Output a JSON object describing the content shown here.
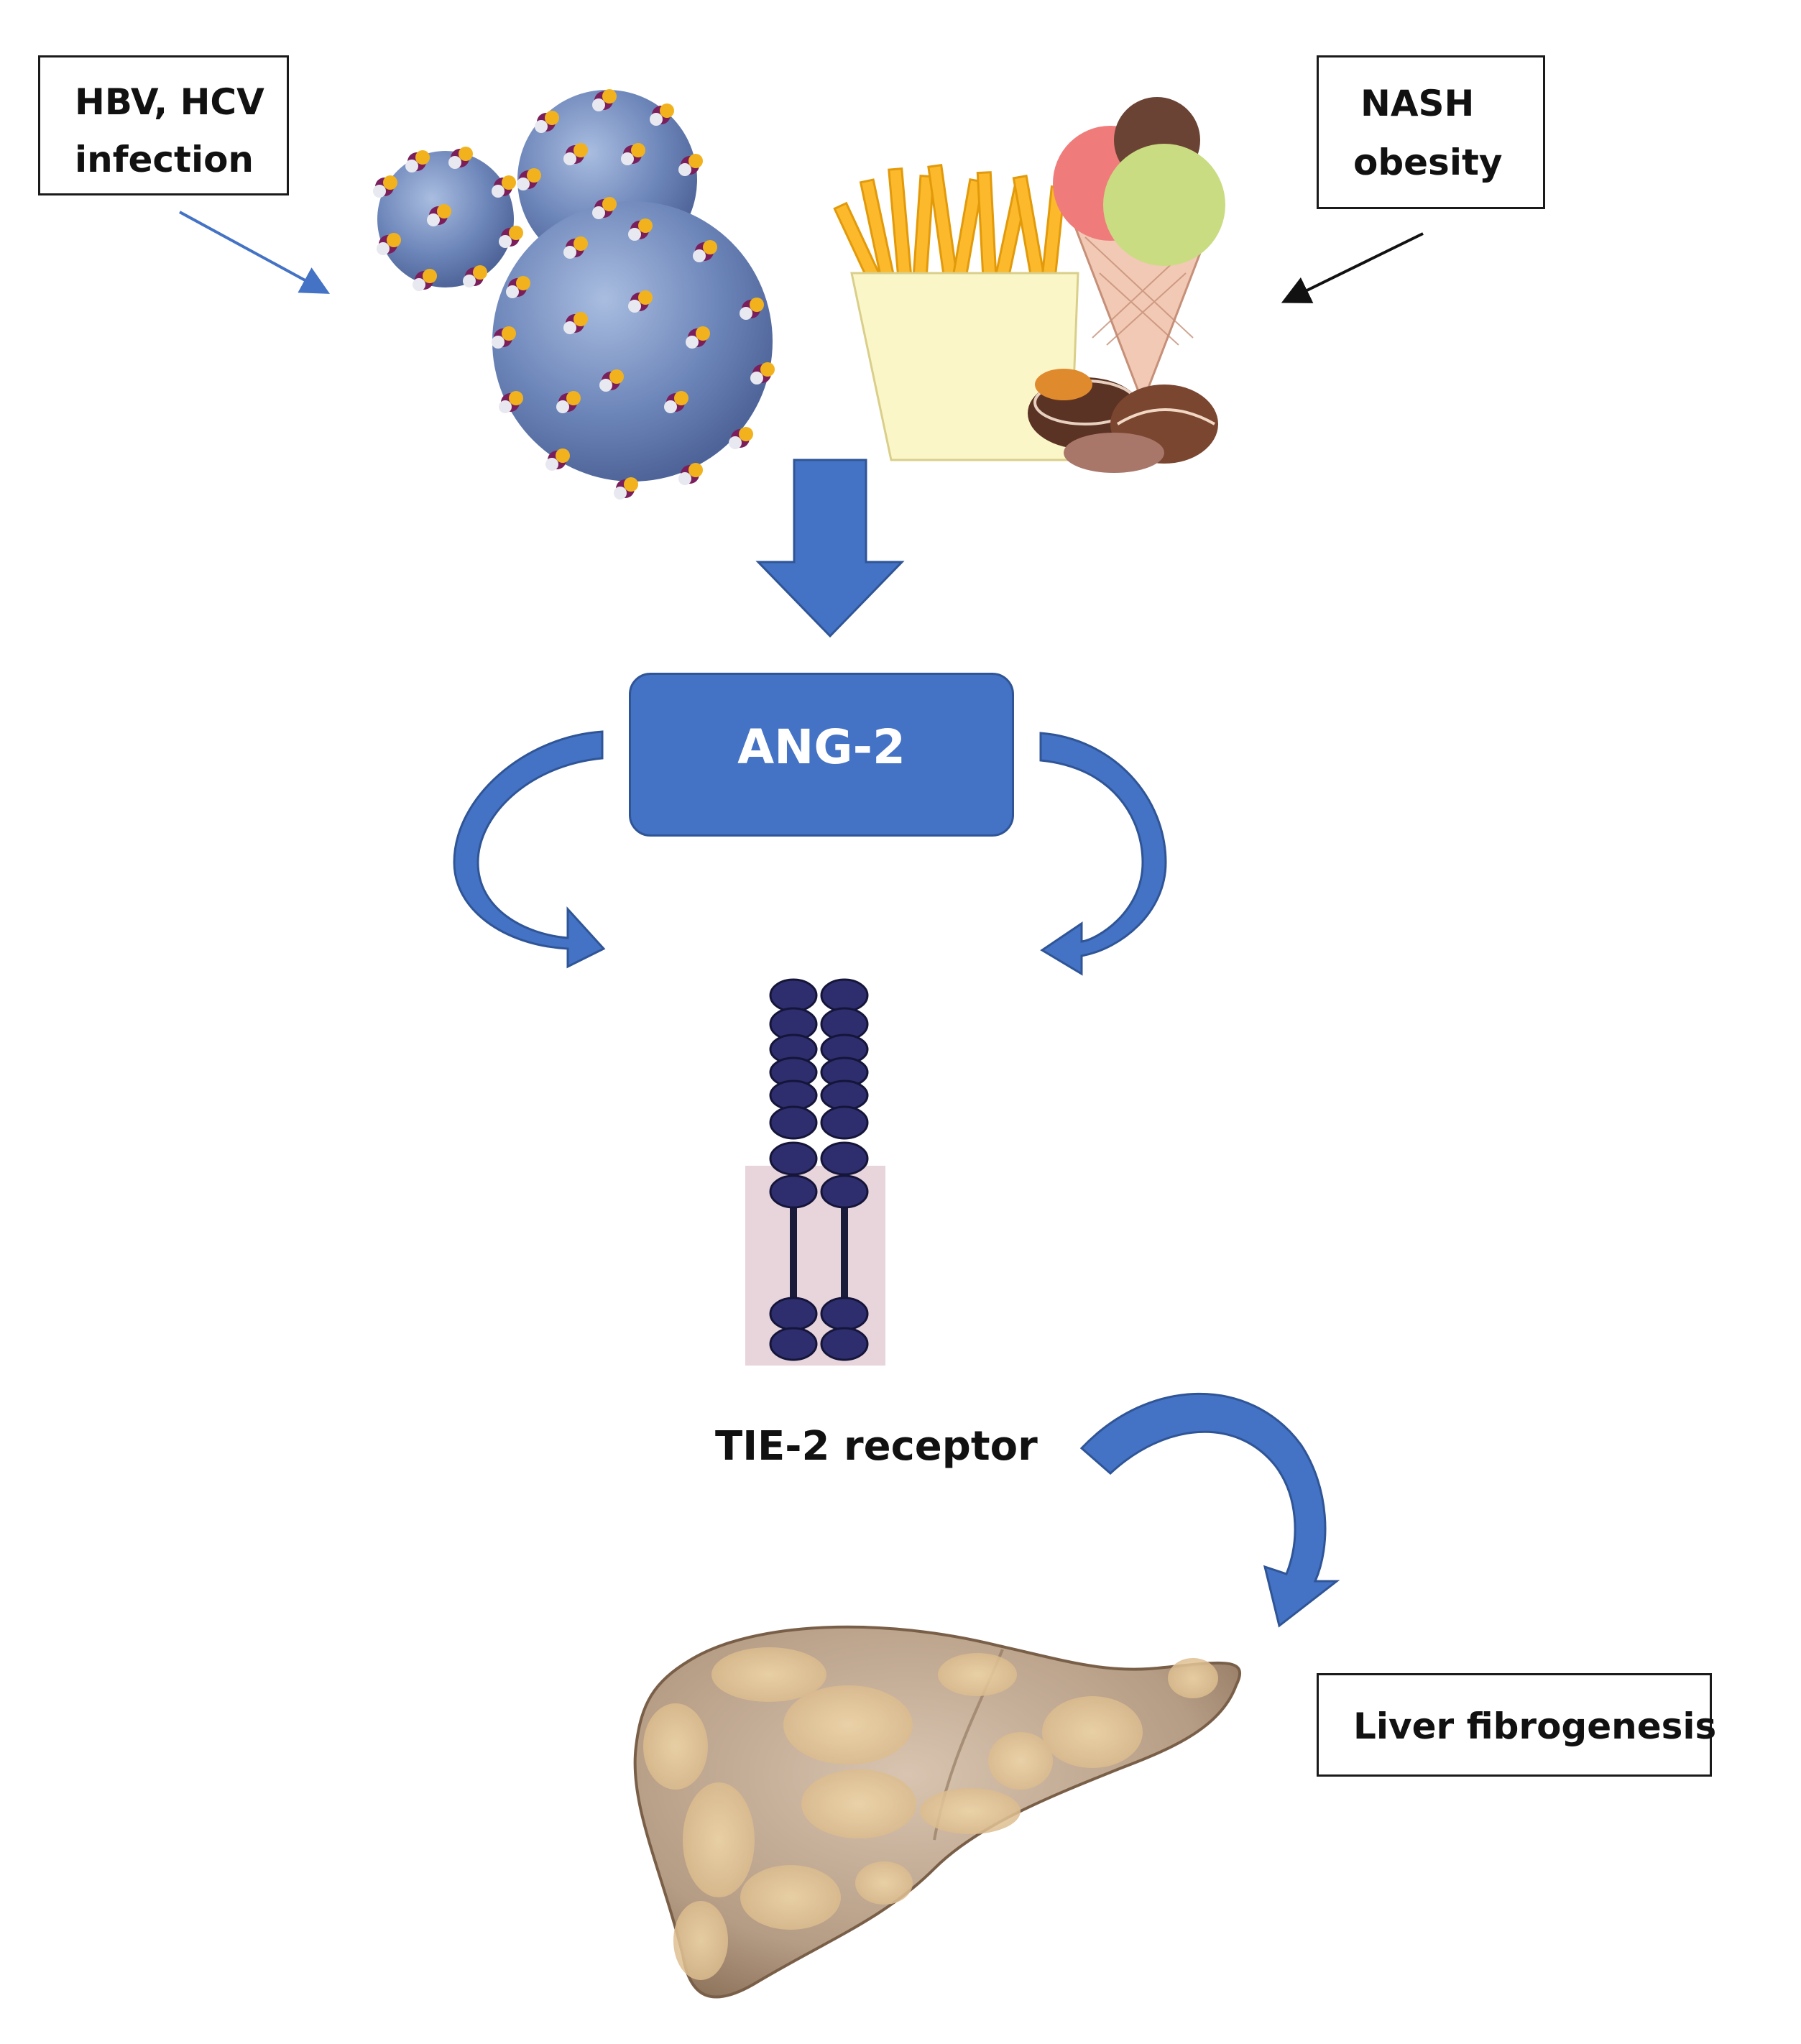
{
  "labels": {
    "hbv_line1": "HBV, HCV",
    "hbv_line2": "infection",
    "nash_line1": "NASH",
    "nash_line2": "obesity",
    "ang2": "ANG-2",
    "tie2": "TIE-2 receptor",
    "liver": "Liver fibrogenesis"
  },
  "colors": {
    "arrow_blue": "#4472C4",
    "box_blue": "#4472C4",
    "receptor_dark": "#2e2e6e",
    "membrane_pink": "#e8d5dc",
    "liver_brown": "#b8a089",
    "virus_blue": "#6b84b8"
  },
  "icons": [
    "virus-cluster-icon",
    "junk-food-icon",
    "receptor-icon",
    "liver-icon"
  ]
}
